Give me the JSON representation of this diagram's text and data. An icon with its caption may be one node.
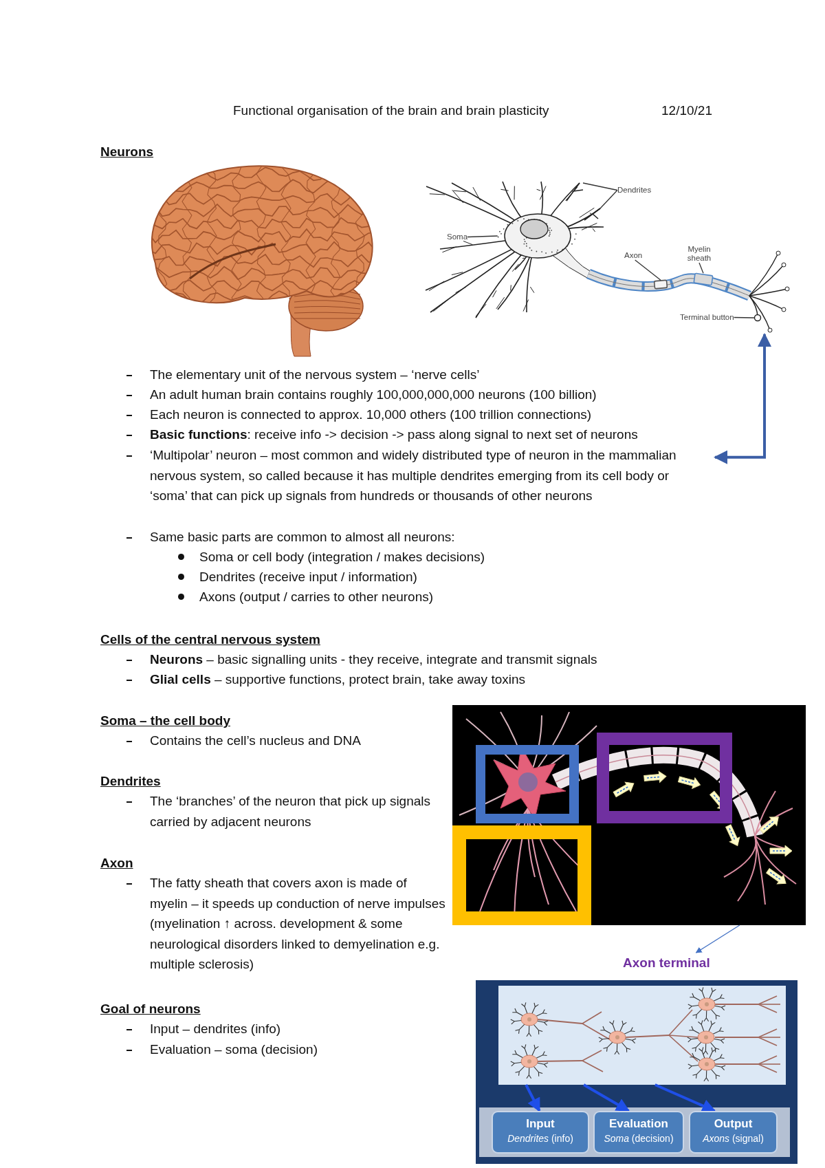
{
  "diagram": {
    "title": "Functional organisation of the brain and brain plasticity",
    "nodes": [
      {
        "text": [],
        "shape": "picture"
      },
      {
        "text": [
          "Dendrites"
        ],
        "in": 0
      },
      {
        "text": [
          "Soma"
        ],
        "in": 0
      },
      {
        "text": [
          "Axon"
        ],
        "in": 0
      },
      {
        "text": [
          "Myelin sheath"
        ],
        "in": 0
      },
      {
        "text": [
          "Terminal button"
        ],
        "in": 0
      },
      {
        "text": [
          "‘Multipolar’ neuron – most common and widely distributed type of neuron in the mammalian nervous system, so called because it has multiple dendrites emerging from its cell body or ‘soma’ that can pick up signals from hundreds or thousands of other neurons"
        ]
      },
      {
        "text": [],
        "shape": "picture"
      },
      {
        "text": [
          "Axon terminal"
        ]
      },
      {
        "text": [],
        "shape": "box"
      },
      {
        "text": [],
        "shape": "picture",
        "in": 9
      },
      {
        "text": [
          "Input",
          "*Dendrites* (info)"
        ],
        "in": 9
      },
      {
        "text": [
          "Evaluation",
          "*Soma* (decision)"
        ],
        "in": 9
      },
      {
        "text": [
          "Output",
          "*Axons* (signal)"
        ],
        "in": 9
      },
      {
        "text": [],
        "shape": "picture",
        "in": 0
      },
      {
        "text": [],
        "shape": "picture",
        "in": 0
      },
      {
        "text": [],
        "shape": "picture",
        "in": 0
      },
      {
        "text": [],
        "shape": "box",
        "in": 0
      },
      {
        "text": [],
        "shape": "box",
        "in": 0
      },
      {
        "text": [],
        "shape": "circle",
        "in": 0
      }
    ],
    "edges": [
      {
        "from": 1,
        "to": 14,
        "arrow": "none"
      },
      {
        "from": 1,
        "to": 15,
        "arrow": "none"
      },
      {
        "from": 2,
        "to": 16,
        "arrow": "none"
      },
      {
        "from": 3,
        "to": 17,
        "arrow": "none"
      },
      {
        "from": 4,
        "to": 18,
        "arrow": "none"
      },
      {
        "from": 5,
        "to": 19,
        "arrow": "none"
      },
      {
        "from": 0,
        "to": 6,
        "arrow": "both",
        "style": "thick",
        "color": "#3b5ea6"
      },
      {
        "from": 7,
        "to": 8,
        "arrow": "to",
        "color": "#4472c4"
      },
      {
        "from": 10,
        "to": 11,
        "arrow": "to",
        "style": "thick",
        "color": "#1f4fe8"
      },
      {
        "from": 10,
        "to": 12,
        "arrow": "to",
        "style": "thick",
        "color": "#1f4fe8"
      },
      {
        "from": 10,
        "to": 13,
        "arrow": "to",
        "style": "thick",
        "color": "#1f4fe8"
      }
    ],
    "labels": [
      "12/10/21",
      "Neurons",
      "The elementary unit of the nervous system – ‘nerve cells’",
      "An adult human brain contains roughly 100,000,000,000 neurons (100 billion)",
      "Each neuron is connected to approx. 10,000 others (100 trillion connections)",
      "**Basic functions**: receive info -> decision -> pass along signal to next set of neurons",
      "Same basic parts are common to almost all neurons:",
      "Soma or cell body (integration / makes decisions)",
      "Dendrites (receive input / information)",
      "Axons (output / carries to other neurons)",
      "Cells of the central nervous system",
      "**Neurons** – basic signalling units - they receive, integrate and transmit signals",
      "**Glial cells** – supportive functions, protect brain, take away toxins",
      "Soma – the cell body",
      "Contains the cell’s nucleus and DNA",
      "Dendrites",
      "The ‘branches’ of the neuron that pick up signals carried by adjacent neurons",
      "Axon",
      "The fatty sheath that covers axon is made of myelin – it speeds up conduction of nerve impulses (myelination ↑ across. development & some neurological disorders linked to demyelination e.g. multiple sclerosis)",
      "Goal of neurons",
      "Input – dendrites (info)",
      "Evaluation – soma (decision)"
    ]
  }
}
